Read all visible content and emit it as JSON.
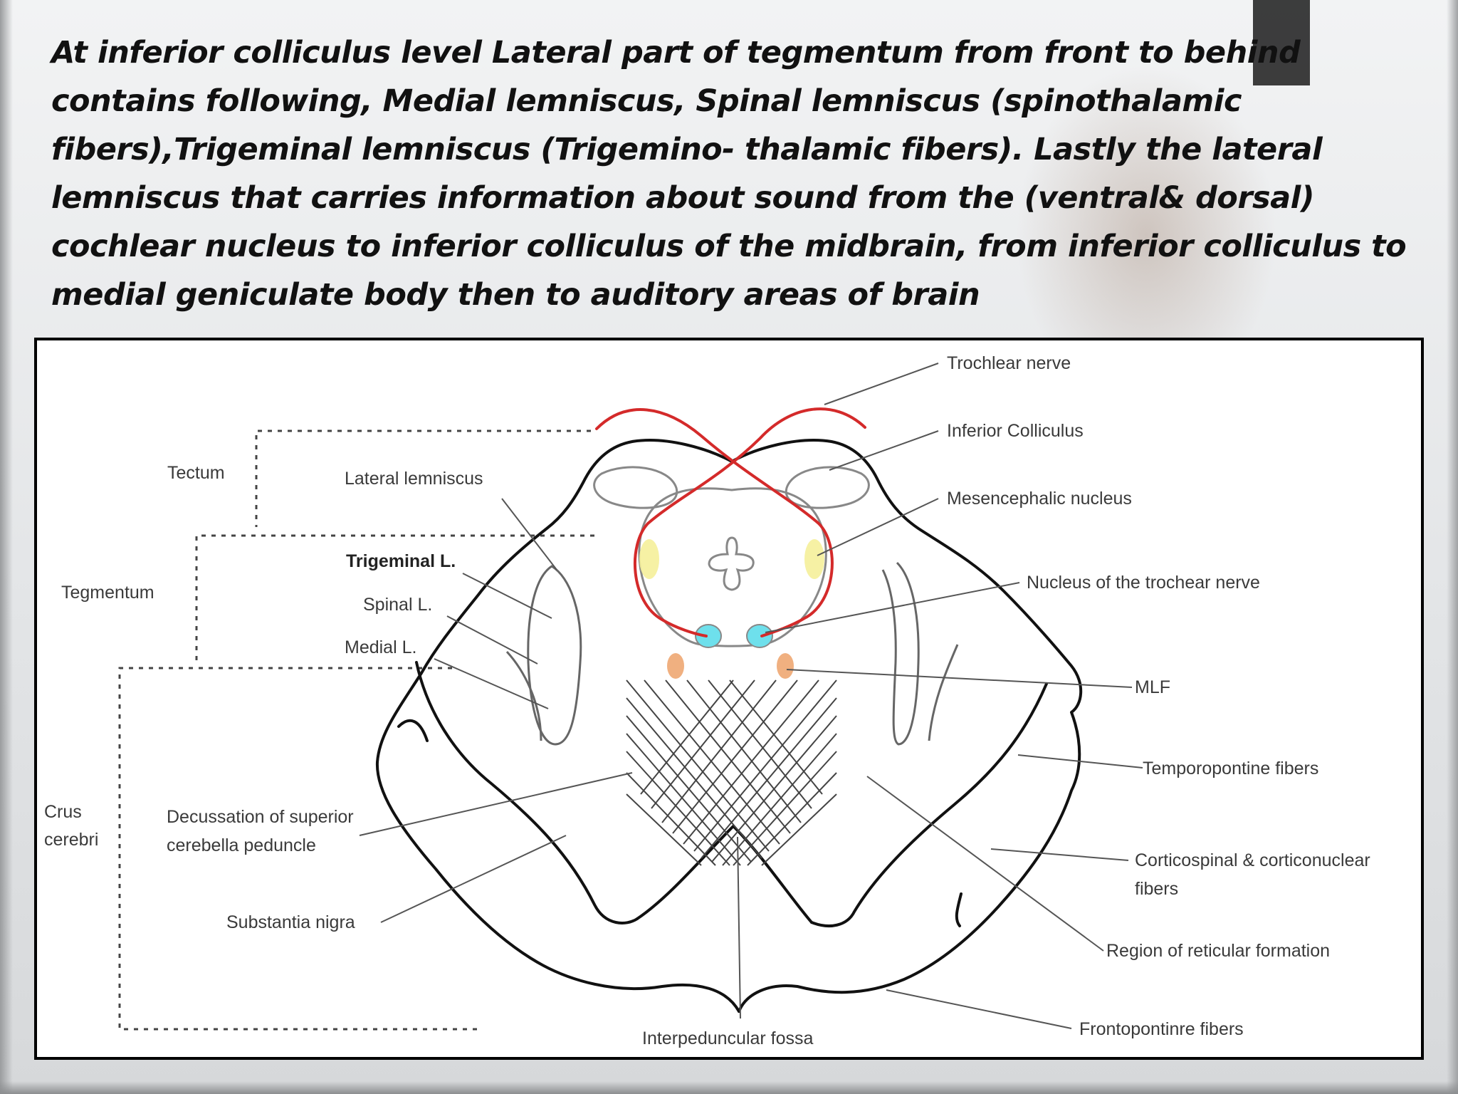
{
  "caption": {
    "lines": [
      "At inferior colliculus level Lateral part of tegmentum from front to behind",
      "contains following, Medial lemniscus, Spinal lemniscus (spinothalamic",
      "fibers),Trigeminal lemniscus (Trigemino- thalamic fibers). Lastly the  lateral",
      "lemniscus  that carries information about sound from the (ventral& dorsal)",
      "cochlear nucleus to inferior colliculus of the midbrain, from inferior colliculus to",
      "medial geniculate body then to auditory areas of brain"
    ]
  },
  "diagram": {
    "regions": {
      "tectum": "Tectum",
      "tegmentum": "Tegmentum",
      "crus_line1": "Crus",
      "crus_line2": "cerebri"
    },
    "left_labels": {
      "lateral_lemniscus": "Lateral lemniscus",
      "trigeminal": "Trigeminal L.",
      "spinal": "Spinal L.",
      "medial": "Medial L.",
      "decussation_line1": "Decussation of superior",
      "decussation_line2": "cerebella peduncle",
      "substantia_nigra": "Substantia nigra",
      "interpeduncular": "Interpeduncular fossa"
    },
    "right_labels": {
      "trochlear_nerve": "Trochlear nerve",
      "inferior_colliculus": "Inferior Colliculus",
      "mesencephalic": "Mesencephalic nucleus",
      "nucleus_trochlear": "Nucleus of the trochear nerve",
      "mlf": "MLF",
      "temporopontine": "Temporopontine fibers",
      "corticospinal_line1": "Corticospinal & corticonuclear",
      "corticospinal_line2": "fibers",
      "reticular": "Region of reticular formation",
      "frontopontine": "Frontopontinre fibers"
    },
    "colors": {
      "outline": "#111111",
      "trochlear_nerve": "#d42a2a",
      "mesencephalic_nucleus": "#f5ef9a",
      "trochlear_nucleus": "#6ee0ec",
      "mlf": "#f0b080",
      "pointer_lines": "#555555"
    }
  }
}
